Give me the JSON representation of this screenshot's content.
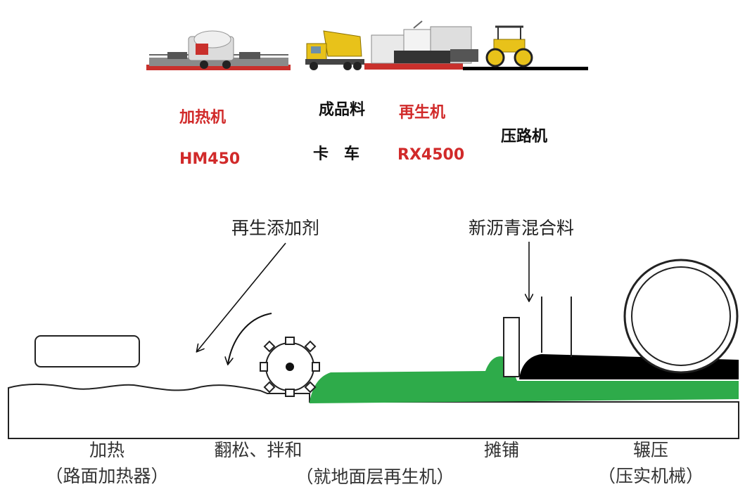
{
  "machines": {
    "heater_name": "加热机",
    "heater_model": "HM450",
    "truck_line1": "成品料",
    "truck_line2": "卡　车",
    "recycler_name": "再生机",
    "recycler_model": "RX4500",
    "roller_name": "压路机"
  },
  "inputs": {
    "additive": "再生添加剂",
    "new_mix": "新沥青混合料"
  },
  "steps": [
    {
      "line1": "加热",
      "line2": "（路面加热器）"
    },
    {
      "line1": "翻松、拌和",
      "line2": "（就地面层再生机）"
    },
    {
      "line1": "摊铺",
      "line2": ""
    },
    {
      "line1": "辗压",
      "line2": "（压实机械）"
    }
  ],
  "colors": {
    "recycled_mix": "#2eab4a",
    "compacted_layer": "#000000",
    "label_red": "#d12a2a",
    "machine_yellow": "#e8c21a"
  }
}
